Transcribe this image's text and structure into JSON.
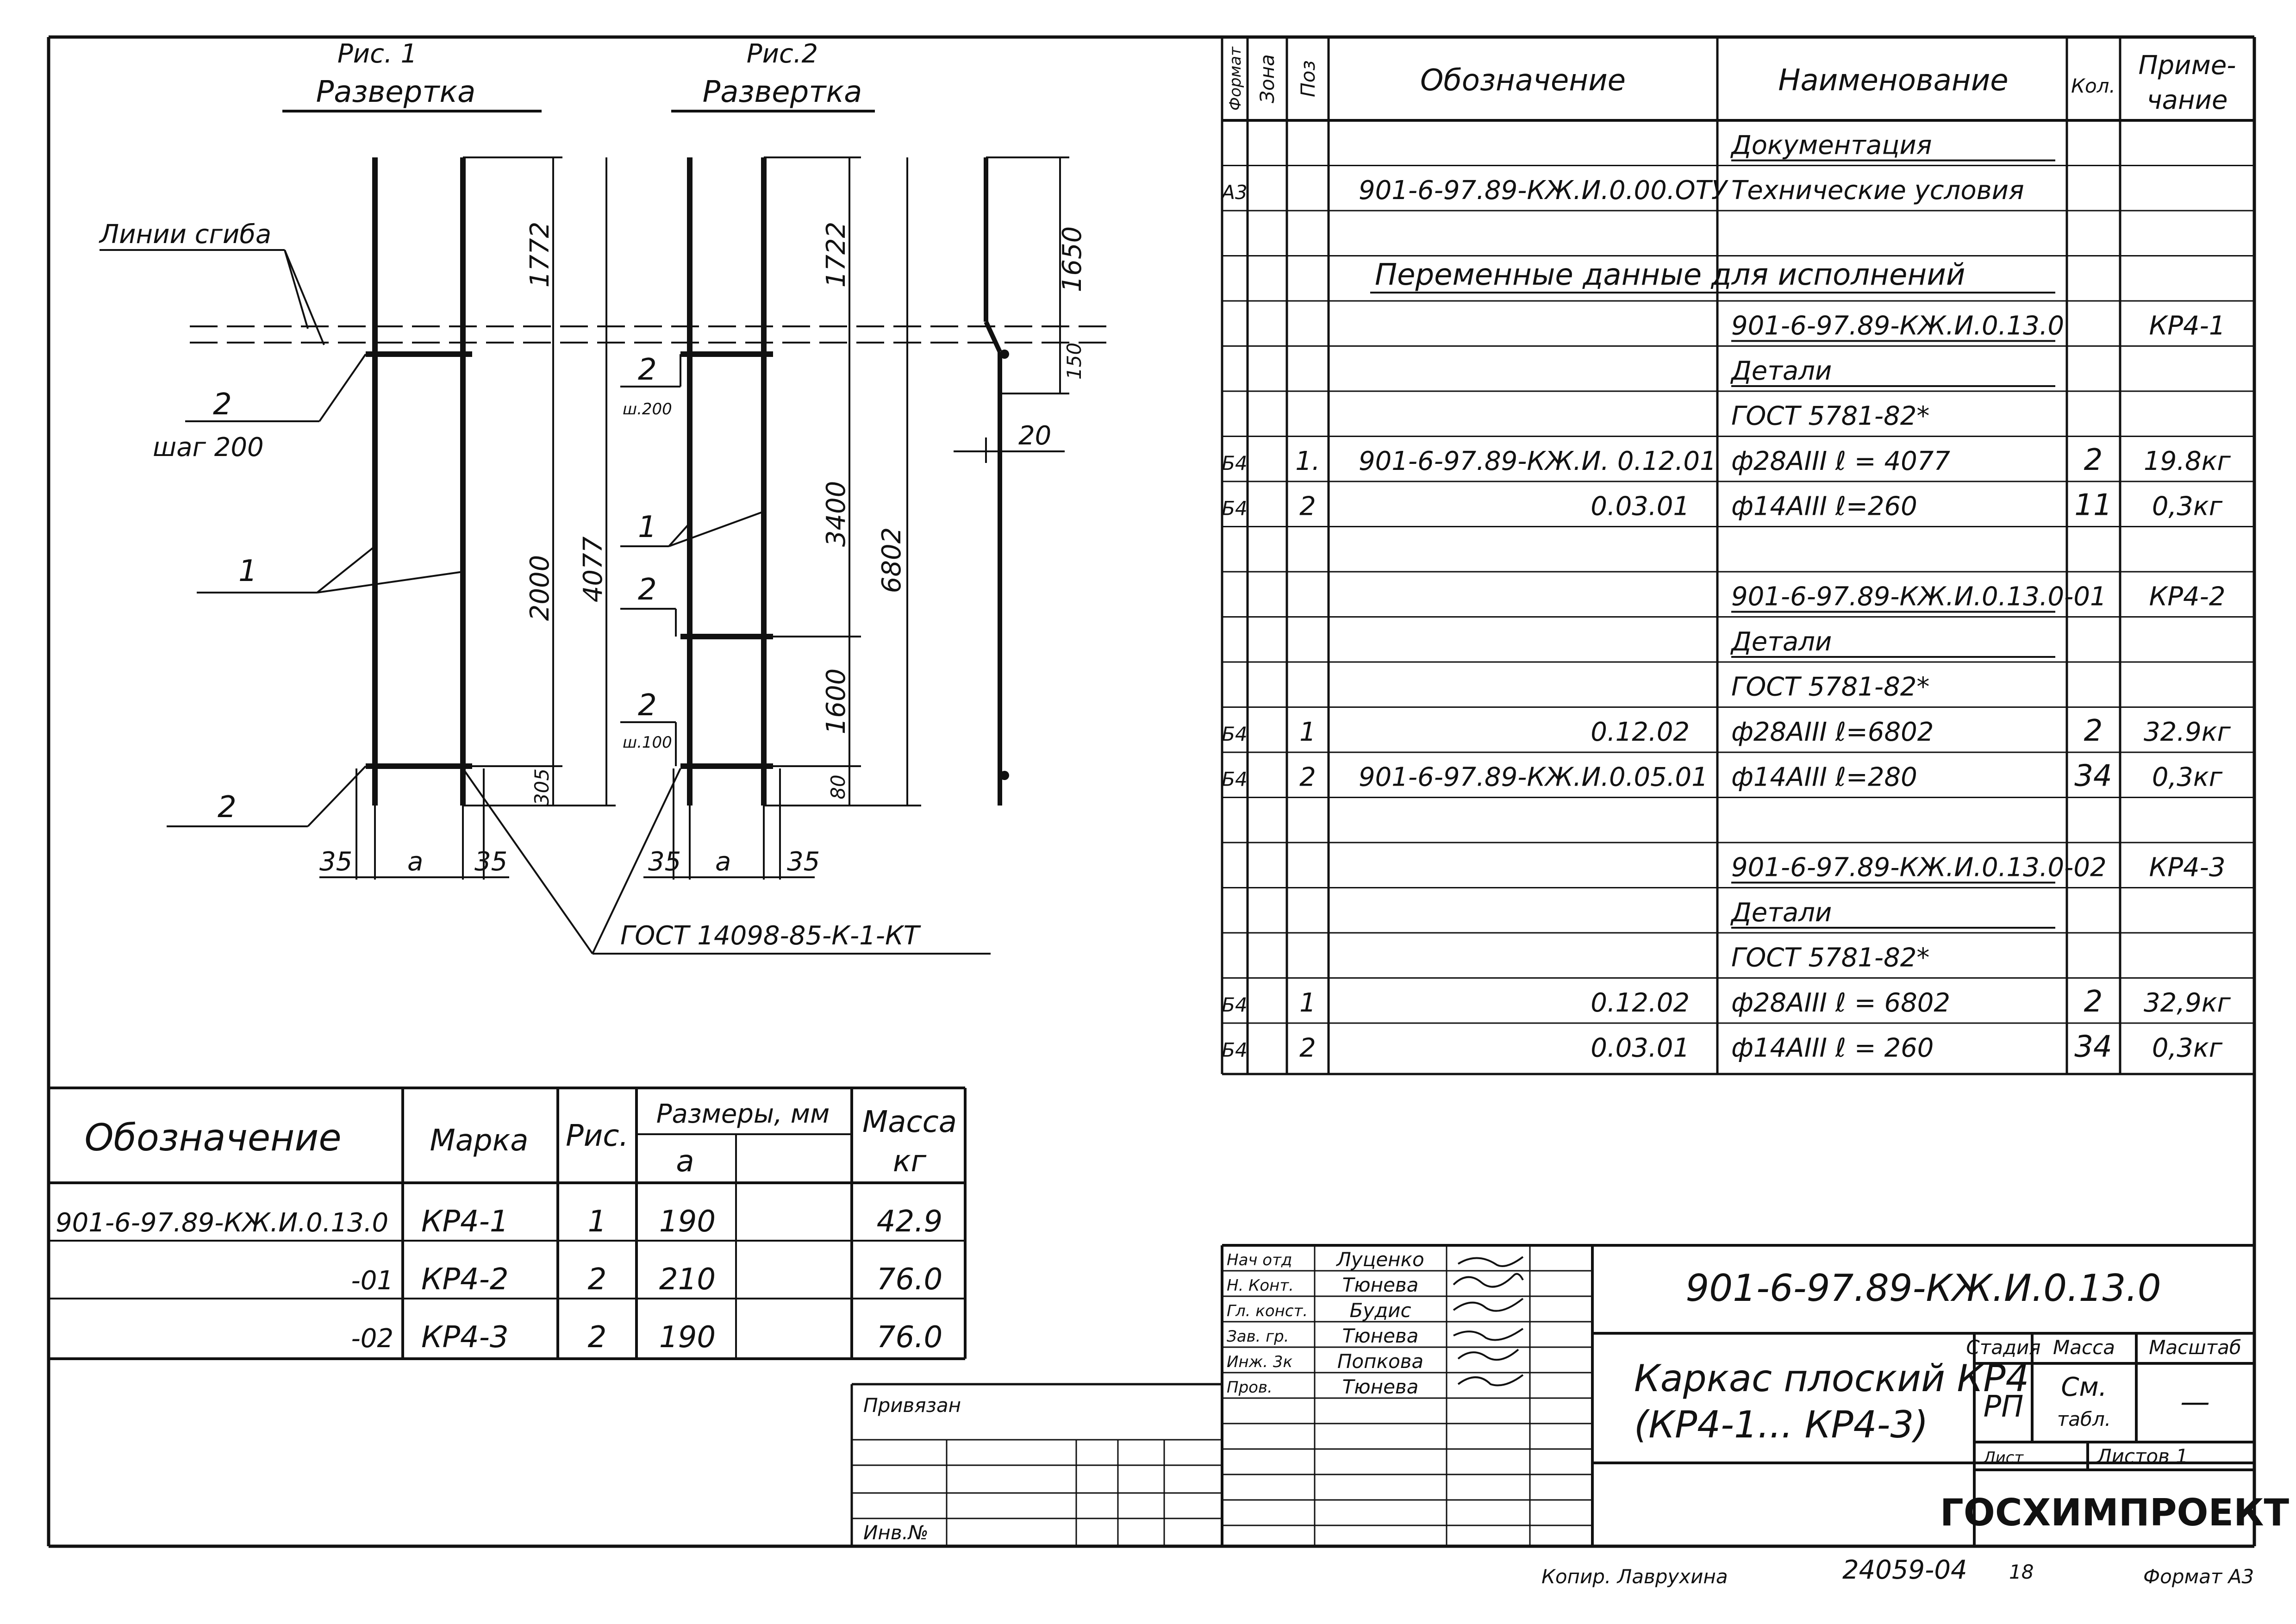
{
  "figures": {
    "fig1": {
      "label": "Рис. 1",
      "title": "Развертка",
      "dim_top": "1772",
      "dim_mid": "2000",
      "dim_bottom": "305",
      "dim_total": "4077",
      "fold_lines": "Линии сгиба",
      "pos2_top": "2",
      "step": "шаг 200",
      "pos1": "1",
      "pos2_bottom": "2",
      "side": "35",
      "width": "a"
    },
    "fig2": {
      "label": "Рис.2",
      "title": "Развертка",
      "dim_top": "1722",
      "dim_mid": "3400",
      "dim_low": "1600",
      "dim_bottom": "80",
      "dim_total": "6802",
      "pos2_top": "2",
      "step_top": "ш.200",
      "pos1": "1",
      "pos2_mid": "2",
      "pos2_bottom": "2",
      "step_bottom": "ш.100",
      "side": "35",
      "width": "a"
    },
    "side": {
      "dim_top": "1650",
      "dim_bottom": "150",
      "dim_offset": "20"
    },
    "weld_gost": "ГОСТ 14098-85-К-1-КТ"
  },
  "spec": {
    "headers": {
      "format": "Формат",
      "zone": "Зона",
      "pos": "Поз",
      "designation": "Обозначение",
      "name": "Наименование",
      "qty": "Кол.",
      "note_1": "Приме-",
      "note_2": "чание"
    },
    "variable_data": "Переменные данные для исполнений",
    "rows": [
      {
        "format": "",
        "pos": "",
        "designation": "",
        "name": "Документация",
        "qty": "",
        "note": ""
      },
      {
        "format": "А3",
        "pos": "",
        "designation": "901-6-97.89-КЖ.И.0.00.ОТУ",
        "name": "Технические условия",
        "qty": "",
        "note": ""
      },
      {
        "format": "",
        "pos": "",
        "designation": "",
        "name": "",
        "qty": "",
        "note": ""
      },
      {
        "format": "",
        "pos": "",
        "designation": "",
        "name": "",
        "qty": "",
        "note": ""
      },
      {
        "format": "",
        "pos": "",
        "designation": "",
        "name": "901-6-97.89-КЖ.И.0.13.0",
        "qty": "",
        "note": "КР4-1"
      },
      {
        "format": "",
        "pos": "",
        "designation": "",
        "name": "Детали",
        "qty": "",
        "note": ""
      },
      {
        "format": "",
        "pos": "",
        "designation": "",
        "name": "ГОСТ 5781-82*",
        "qty": "",
        "note": ""
      },
      {
        "format": "Б4",
        "pos": "1.",
        "designation": "901-6-97.89-КЖ.И. 0.12.01",
        "name": "ф28АIII  ℓ = 4077",
        "qty": "2",
        "note": "19.8кг"
      },
      {
        "format": "Б4",
        "pos": "2",
        "designation": "0.03.01",
        "name": "ф14АIII  ℓ=260",
        "qty": "11",
        "note": "0,3кг"
      },
      {
        "format": "",
        "pos": "",
        "designation": "",
        "name": "",
        "qty": "",
        "note": ""
      },
      {
        "format": "",
        "pos": "",
        "designation": "",
        "name": "901-6-97.89-КЖ.И.0.13.0-01",
        "qty": "",
        "note": "КР4-2"
      },
      {
        "format": "",
        "pos": "",
        "designation": "",
        "name": "Детали",
        "qty": "",
        "note": ""
      },
      {
        "format": "",
        "pos": "",
        "designation": "",
        "name": "ГОСТ 5781-82*",
        "qty": "",
        "note": ""
      },
      {
        "format": "Б4",
        "pos": "1",
        "designation": "0.12.02",
        "name": "ф28АIII  ℓ=6802",
        "qty": "2",
        "note": "32.9кг"
      },
      {
        "format": "Б4",
        "pos": "2",
        "designation": "901-6-97.89-КЖ.И.0.05.01",
        "name": "ф14АIII  ℓ=280",
        "qty": "34",
        "note": "0,3кг"
      },
      {
        "format": "",
        "pos": "",
        "designation": "",
        "name": "",
        "qty": "",
        "note": ""
      },
      {
        "format": "",
        "pos": "",
        "designation": "",
        "name": "901-6-97.89-КЖ.И.0.13.0-02",
        "qty": "",
        "note": "КР4-3"
      },
      {
        "format": "",
        "pos": "",
        "designation": "",
        "name": "Детали",
        "qty": "",
        "note": ""
      },
      {
        "format": "",
        "pos": "",
        "designation": "",
        "name": "ГОСТ 5781-82*",
        "qty": "",
        "note": ""
      },
      {
        "format": "Б4",
        "pos": "1",
        "designation": "0.12.02",
        "name": "ф28АIII   ℓ = 6802",
        "qty": "2",
        "note": "32,9кг"
      },
      {
        "format": "Б4",
        "pos": "2",
        "designation": "0.03.01",
        "name": "ф14АIII   ℓ = 260",
        "qty": "34",
        "note": "0,3кг"
      }
    ]
  },
  "mass_table": {
    "headers": {
      "designation": "Обозначение",
      "mark": "Марка",
      "fig": "Рис.",
      "sizes": "Размеры, мм",
      "a": "a",
      "mass": "Масса",
      "unit": "кг"
    },
    "rows": [
      {
        "designation": "901-6-97.89-КЖ.И.0.13.0",
        "mark": "КР4-1",
        "fig": "1",
        "a": "190",
        "mass": "42.9"
      },
      {
        "designation": "-01",
        "mark": "КР4-2",
        "fig": "2",
        "a": "210",
        "mass": "76.0"
      },
      {
        "designation": "-02",
        "mark": "КР4-3",
        "fig": "2",
        "a": "190",
        "mass": "76.0"
      }
    ]
  },
  "title_block": {
    "signatures": [
      {
        "role": "Нач отд",
        "name": "Луценко"
      },
      {
        "role": "Н. Конт.",
        "name": "Тюнева"
      },
      {
        "role": "Гл. конст.",
        "name": "Будис"
      },
      {
        "role": "Зав. гр.",
        "name": "Тюнева"
      },
      {
        "role": "Инж. 3к",
        "name": "Попкова"
      },
      {
        "role": "Пров.",
        "name": "Тюнева"
      }
    ],
    "doc_number": "901-6-97.89-КЖ.И.0.13.0",
    "title_line1": "Каркас плоский КР4",
    "title_line2": "(КР4-1... КР4-3)",
    "stage_label": "Стадия",
    "mass_label": "Масса",
    "scale_label": "Масштаб",
    "stage_value": "РП",
    "mass_value_1": "См.",
    "mass_value_2": "табл.",
    "scale_value": "—",
    "sheet_label": "Лист",
    "sheets_label": "Листов 1",
    "organization": "ГОСХИМПРОЕКТ"
  },
  "binding_block": {
    "attached": "Привязан",
    "inventory": "Инв.№"
  },
  "footer": {
    "copied_by": "Копир. Лаврухина",
    "archive_number": "24059-04",
    "archive_sheet": "18",
    "format": "Формат А3"
  }
}
